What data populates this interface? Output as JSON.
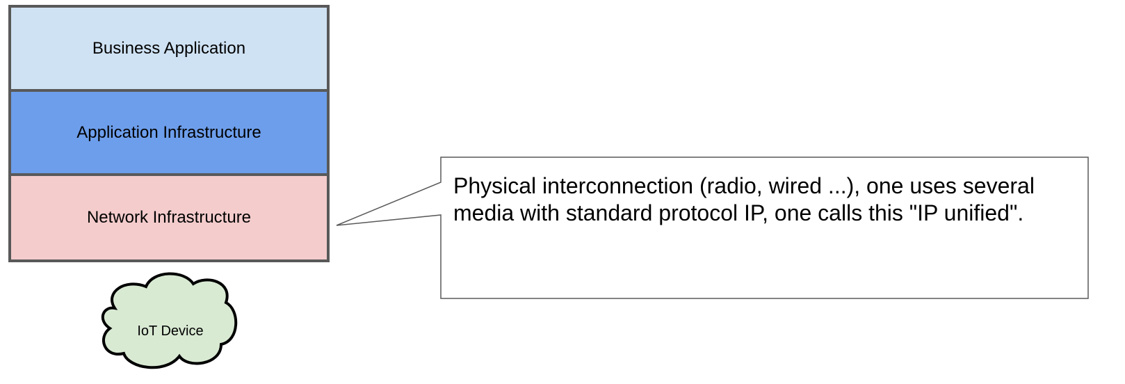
{
  "layers": [
    {
      "label": "Business Application",
      "color": "#cfe2f3"
    },
    {
      "label": "Application Infrastructure",
      "color": "#6d9eeb"
    },
    {
      "label": "Network Infrastructure",
      "color": "#f4cccc"
    }
  ],
  "callout": {
    "text": "Physical interconnection (radio, wired ...), one uses several media with standard protocol IP, one calls this \"IP unified\"."
  },
  "cloud": {
    "label": "IoT Device",
    "color": "#d9ead3"
  },
  "colors": {
    "border": "#595959",
    "callout_border": "#595959"
  }
}
